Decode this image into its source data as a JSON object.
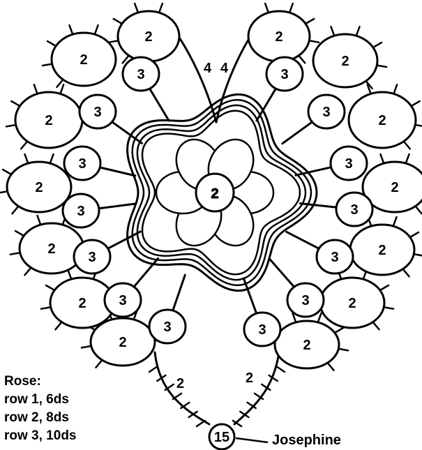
{
  "pattern": {
    "ring_counts": {
      "outer_chain": "2",
      "ring": "3",
      "center_ring": "2",
      "top_left_chain": "4",
      "top_right_chain": "4",
      "bottom_chain_left": "2",
      "bottom_chain_right": "2",
      "bottom_ring": "15"
    }
  },
  "legend": {
    "title": "Rose:",
    "rows": [
      "row 1, 6ds",
      "row 2, 8ds",
      "row 3, 10ds"
    ]
  },
  "author": "Josephine"
}
